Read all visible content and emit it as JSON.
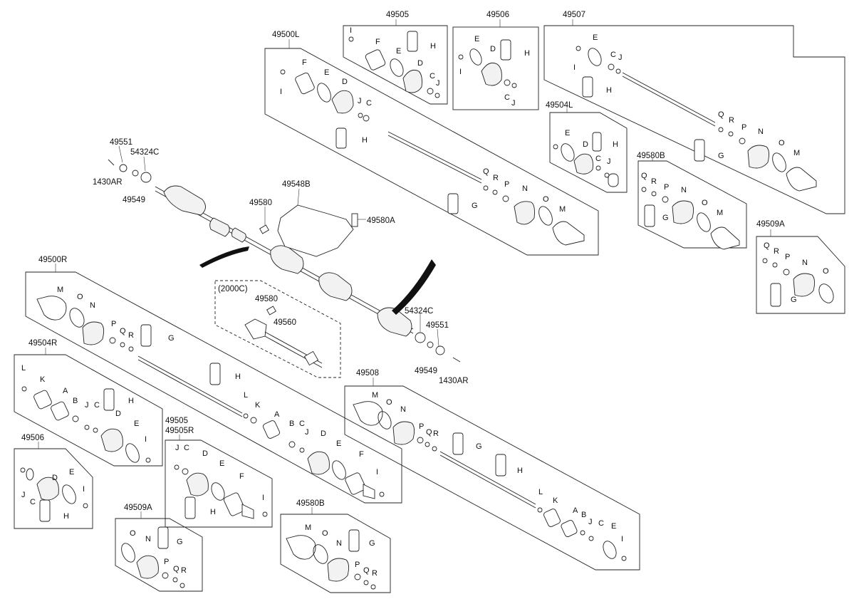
{
  "part_numbers": {
    "p49500L": "49500L",
    "p49505": "49505",
    "p49506": "49506",
    "p49507": "49507",
    "p49504L": "49504L",
    "p49580B": "49580B",
    "p49509A": "49509A",
    "p49551": "49551",
    "p54324C": "54324C",
    "p1430AR": "1430AR",
    "p49549": "49549",
    "p49548B": "49548B",
    "p49580": "49580",
    "p49580A": "49580A",
    "p49500R": "49500R",
    "p2000C": "(2000C)",
    "p49560": "49560",
    "p49504R": "49504R",
    "p49508": "49508",
    "p49505R": "49505R"
  },
  "letters": {
    "A": "A",
    "B": "B",
    "C": "C",
    "D": "D",
    "E": "E",
    "F": "F",
    "G": "G",
    "H": "H",
    "I": "I",
    "J": "J",
    "K": "K",
    "L": "L",
    "M": "M",
    "N": "N",
    "O": "O",
    "P": "P",
    "Q": "Q",
    "R": "R"
  }
}
